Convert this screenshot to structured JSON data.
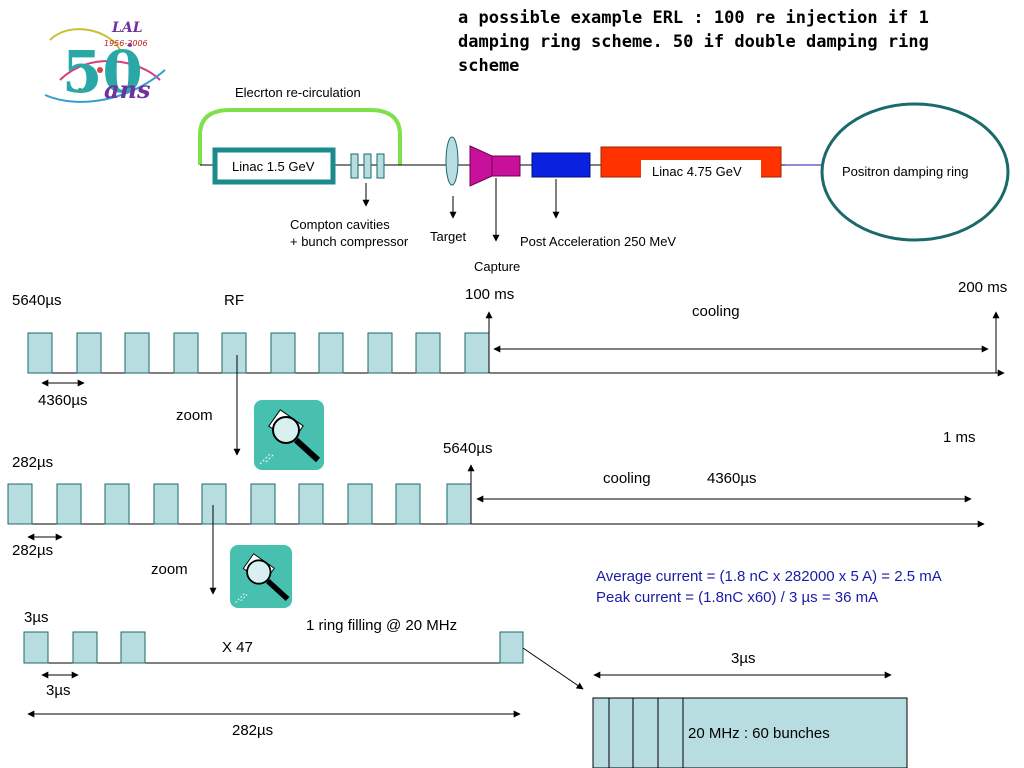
{
  "title": "a possible example ERL : 100 re injection if 1 damping ring scheme. 50 if double damping ring scheme",
  "logo": {
    "years": "1956-2006",
    "number": "50",
    "word": "ans",
    "brand": "LAL"
  },
  "layout_diagram": {
    "recirculation": "Elecrton re-circulation",
    "linac1": "Linac 1.5 GeV",
    "compton": "Compton cavities",
    "bunch": "+ bunch compressor",
    "target": "Target",
    "capture": "Capture",
    "post_accel": "Post Acceleration 250 MeV",
    "linac2": "Linac 4.75 GeV",
    "ring": "Positron damping ring"
  },
  "timeline1": {
    "left": "5640µs",
    "rf": "RF",
    "t100": "100 ms",
    "t200": "200 ms",
    "cooling": "cooling",
    "gap": "4360µs",
    "zoom": "zoom"
  },
  "timeline2": {
    "left": "282µs",
    "t5640": "5640µs",
    "t1ms": "1 ms",
    "cooling": "cooling",
    "cool_time": "4360µs",
    "gap": "282µs",
    "zoom": "zoom"
  },
  "timeline3": {
    "left": "3µs",
    "filling": "1 ring filling @ 20 MHz",
    "x47": "X 47",
    "gap": "3µs",
    "total": "282µs"
  },
  "currents": {
    "average": "Average current = (1.8 nC x 282000 x 5 A) = 2.5 mA",
    "peak": "Peak current = (1.8nC x60) / 3 µs = 36 mA"
  },
  "bunch_train": {
    "span": "3µs",
    "label": "20 MHz : 60 bunches"
  },
  "colors": {
    "pulse_fill": "#b8dde0",
    "linac_teal": "#1a8a8a",
    "green": "#7ee04a",
    "magenta": "#c8109a",
    "blue": "#0a22e0",
    "red": "#ff3300",
    "text_blue": "#1a1aa8"
  }
}
